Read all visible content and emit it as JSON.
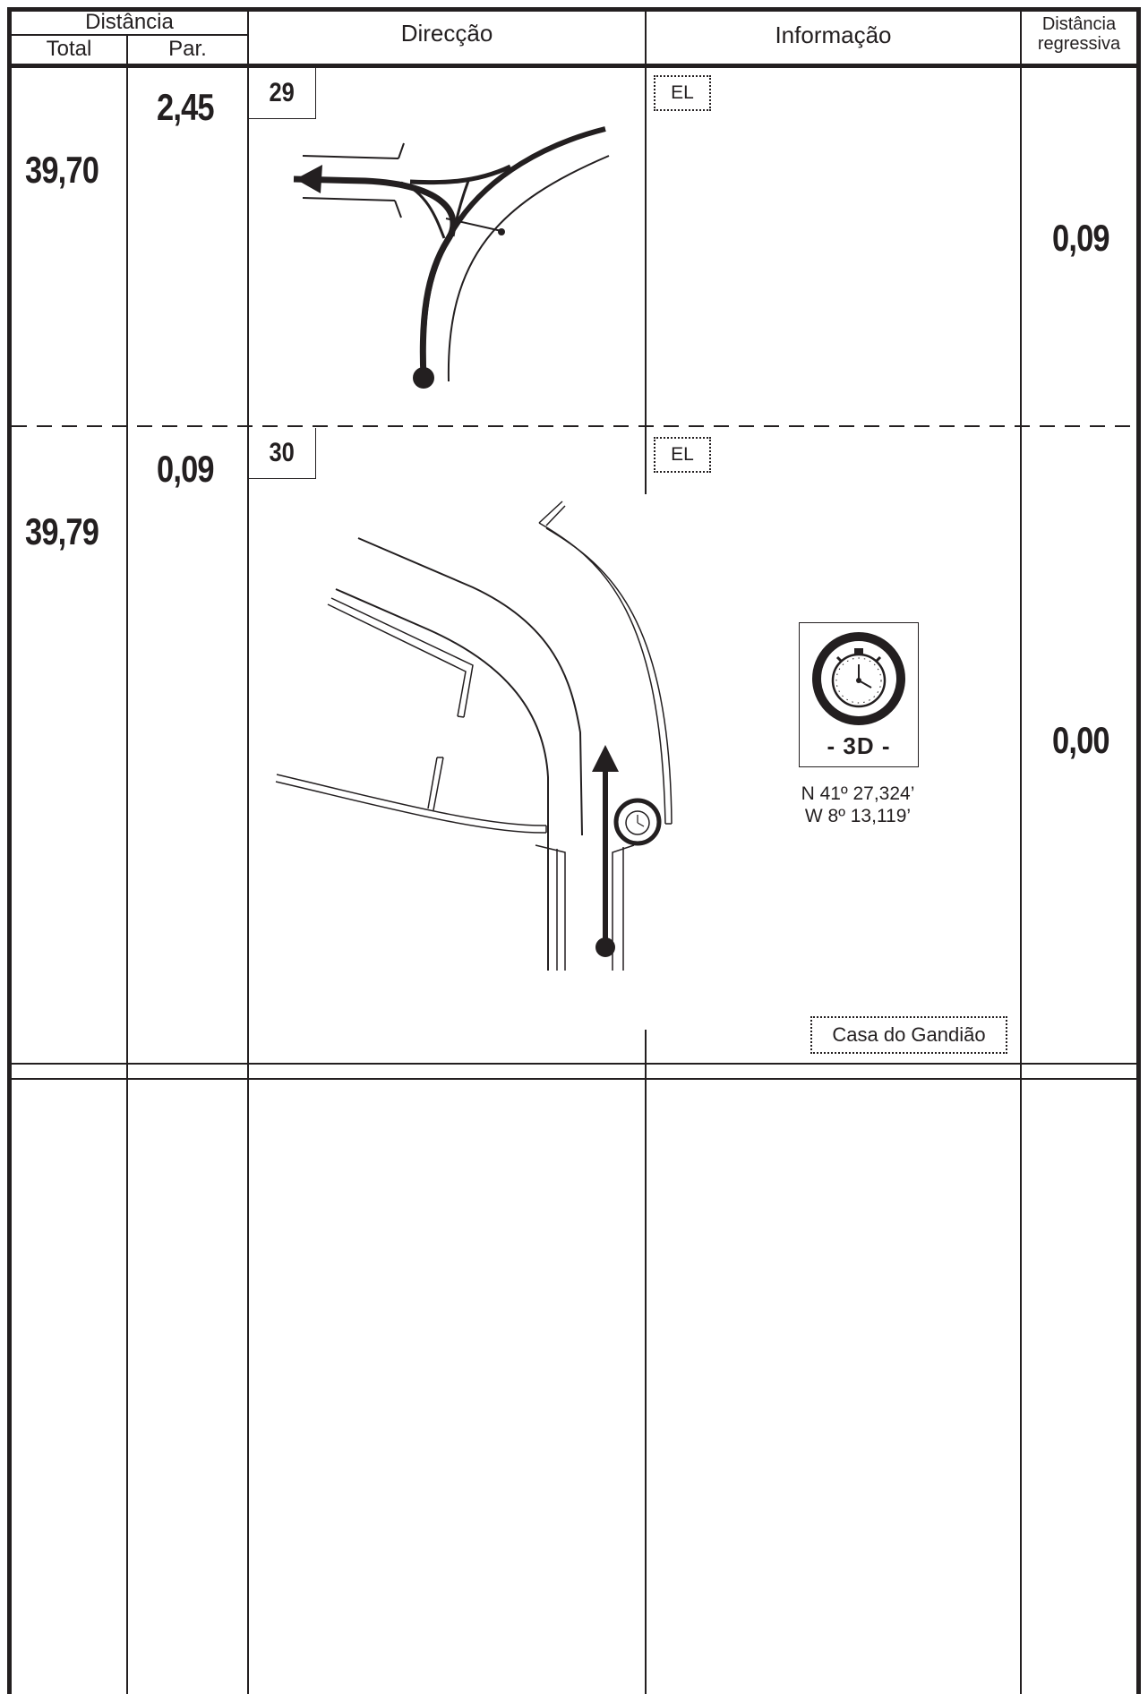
{
  "header": {
    "distancia": "Distância",
    "total": "Total",
    "parcial": "Par.",
    "direccao": "Direcção",
    "informacao": "Informação",
    "regressiva_line1": "Distância",
    "regressiva_line2": "regressiva"
  },
  "rows": [
    {
      "number": "29",
      "total": "39,70",
      "partial": "2,45",
      "info_tag": "EL",
      "countdown": "0,09"
    },
    {
      "number": "30",
      "total": "39,79",
      "partial": "0,09",
      "info_tag": "EL",
      "countdown": "0,00",
      "timing_label": "- 3D -",
      "coord_n": "N 41º 27,324’",
      "coord_w": "W 8º 13,119’",
      "landmark": "Casa do Gandião"
    }
  ],
  "icons": {
    "row29": "left-fork-turn-icon",
    "row30": "straight-with-stopwatch-icon",
    "timing": "stopwatch-icon"
  },
  "colors": {
    "ink": "#231f20"
  }
}
